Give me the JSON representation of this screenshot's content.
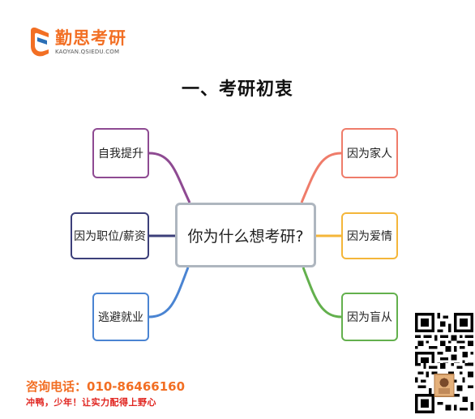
{
  "header": {
    "logo_text": "勤思考研",
    "logo_url": "KAOYAN.QSIEDU.COM"
  },
  "title": "一、考研初衷",
  "center_topic": "你为什么想考研?",
  "branches": {
    "left": [
      {
        "label": "自我提升",
        "color": "#8e4a92"
      },
      {
        "label": "因为职位/薪资",
        "color": "#3c3f7a"
      },
      {
        "label": "逃避就业",
        "color": "#4a84d2"
      }
    ],
    "right": [
      {
        "label": "因为家人",
        "color": "#ef7c6a"
      },
      {
        "label": "因为爱情",
        "color": "#f4b63a"
      },
      {
        "label": "因为盲从",
        "color": "#63b04d"
      }
    ]
  },
  "footer": {
    "contact": "咨询电话：010-86466160",
    "slogan": "冲鸭，少年！让实力配得上野心"
  },
  "colors": {
    "brand": "#f26f24",
    "slogan": "#e0241f",
    "center_border": "#aeb6bf"
  }
}
